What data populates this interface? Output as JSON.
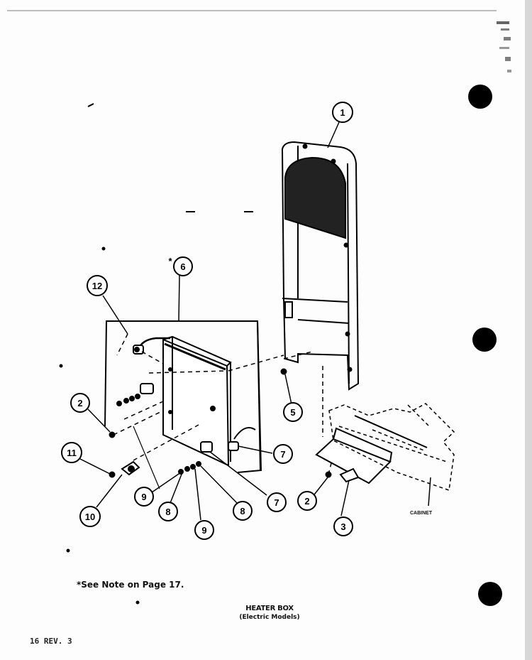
{
  "diagram": {
    "callouts": [
      {
        "id": "c1",
        "label": "1"
      },
      {
        "id": "c2a",
        "label": "2"
      },
      {
        "id": "c2b",
        "label": "2"
      },
      {
        "id": "c3",
        "label": "3"
      },
      {
        "id": "c5",
        "label": "5"
      },
      {
        "id": "c6",
        "label": "6"
      },
      {
        "id": "c7a",
        "label": "7"
      },
      {
        "id": "c7b",
        "label": "7"
      },
      {
        "id": "c8a",
        "label": "8"
      },
      {
        "id": "c8b",
        "label": "8"
      },
      {
        "id": "c9a",
        "label": "9"
      },
      {
        "id": "c9b",
        "label": "9"
      },
      {
        "id": "c10",
        "label": "10"
      },
      {
        "id": "c11",
        "label": "11"
      },
      {
        "id": "c12",
        "label": "12"
      }
    ],
    "asterisk": "*",
    "cabinet_label": "CABINET",
    "note": "*See Note on Page 17.",
    "title": "HEATER BOX",
    "subtitle": "(Electric Models)",
    "page_number": "16 REV. 3"
  }
}
